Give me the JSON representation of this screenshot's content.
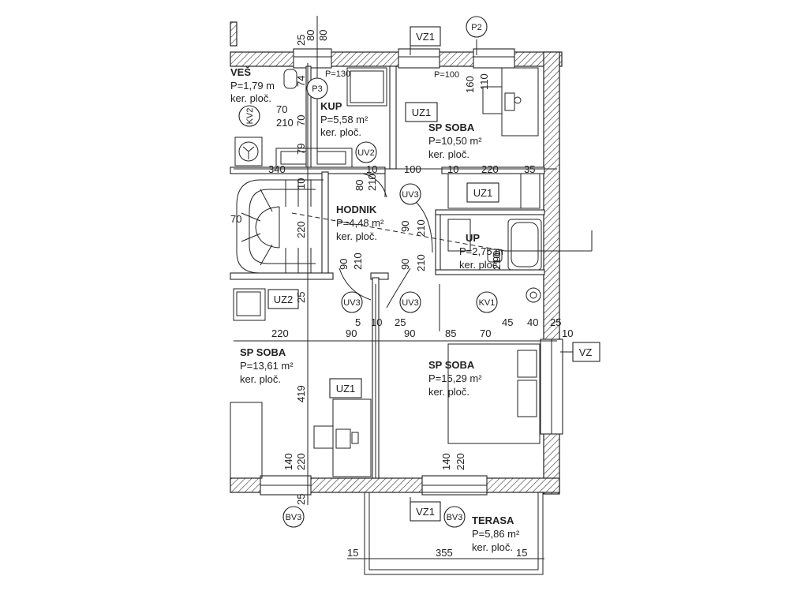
{
  "rooms": [
    {
      "id": "ves",
      "name": "VEŠ",
      "area": "P=1,79 m",
      "floor": "ker. ploč."
    },
    {
      "id": "kup",
      "name": "KUP",
      "area": "P=5,58 m²",
      "floor": "ker. ploč."
    },
    {
      "id": "sp_soba_1",
      "name": "SP SOBA",
      "area": "P=10,50 m²",
      "floor": "ker. ploč."
    },
    {
      "id": "hodnik",
      "name": "HODNIK",
      "area": "P=4,48 m²",
      "floor": "ker. ploč."
    },
    {
      "id": "up",
      "name": "UP",
      "area": "P=2,75 m",
      "floor": "ker. ploč."
    },
    {
      "id": "sp_soba_2",
      "name": "SP SOBA",
      "area": "P=13,61 m²",
      "floor": "ker. ploč."
    },
    {
      "id": "sp_soba_3",
      "name": "SP SOBA",
      "area": "P=15,29 m²",
      "floor": "ker. ploč."
    },
    {
      "id": "terasa",
      "name": "TERASA",
      "area": "P=5,86 m²",
      "floor": "ker. ploč."
    }
  ],
  "circle_tags": {
    "p2": "P2",
    "p3": "P3",
    "uv2": "UV2",
    "uv3_top": "UV3",
    "uv3_l": "UV3",
    "uv3_r": "UV3",
    "kv1": "KV1",
    "kv2": "KV2",
    "bv3_l": "BV3",
    "bv3_r": "BV3"
  },
  "box_tags": {
    "vz1_top": "VZ1",
    "uz1_kup": "UZ1",
    "uz1_bath": "UZ1",
    "uz2": "UZ2",
    "uz1_room": "UZ1",
    "vz_right": "VZ",
    "vz1_bottom": "VZ1"
  },
  "parapets": {
    "p130": "P=130",
    "p100": "P=100"
  },
  "dimensions": {
    "d25": "25",
    "d80a": "80",
    "d80b": "80",
    "d160": "160",
    "d110": "110",
    "d74": "74",
    "d70a": "70",
    "d210a": "210",
    "d70b": "70",
    "d79": "79",
    "d340": "340",
    "d10a": "10",
    "d100": "100",
    "d10b": "10",
    "d220a": "220",
    "d35": "35",
    "d10v": "10",
    "d80v": "80",
    "d210v": "210",
    "d90v1": "90",
    "d210v2": "210",
    "d90v2": "90",
    "d210v3": "210",
    "d90v3": "90",
    "d210v4": "210",
    "d90v4": "90",
    "d210v5": "210",
    "d70left": "70",
    "d220v": "220",
    "d25v": "25",
    "d5": "5",
    "d10c": "10",
    "d25c": "25",
    "d45": "45",
    "d40": "40",
    "d25d": "25",
    "d10d": "10",
    "d220b": "220",
    "d90a": "90",
    "d90b": "90",
    "d85": "85",
    "d70c": "70",
    "d419": "419",
    "d140a": "140",
    "d220c": "220",
    "d25e": "25",
    "d140b": "140",
    "d220d": "220",
    "d15a": "15",
    "d355": "355",
    "d15b": "15"
  }
}
